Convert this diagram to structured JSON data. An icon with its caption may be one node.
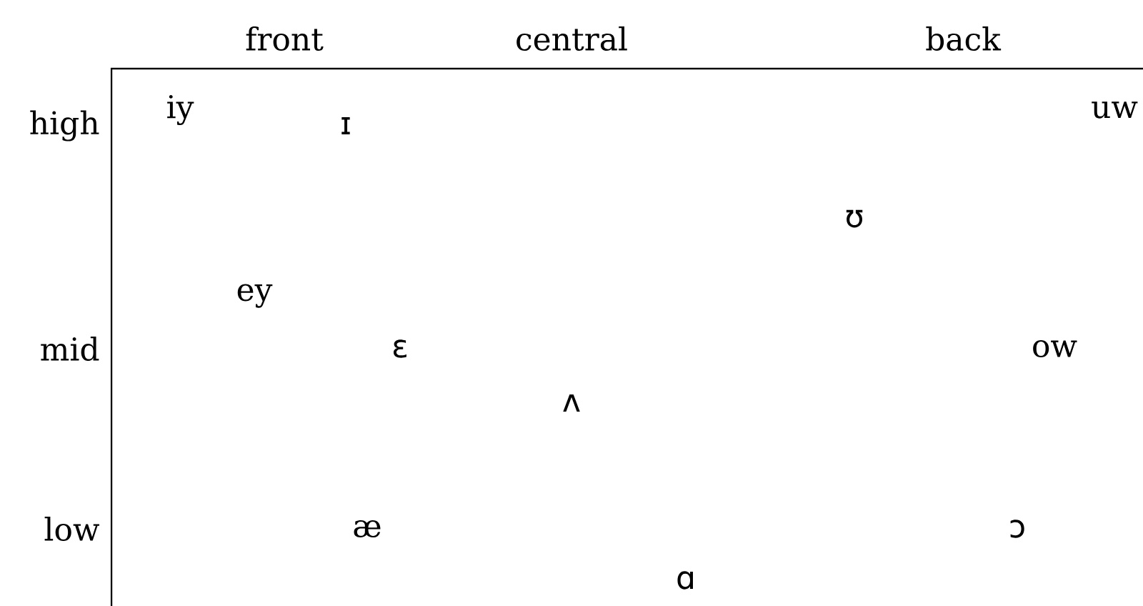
{
  "diagram": {
    "labels": [
      "front",
      "central",
      "back",
      "iy",
      "uw",
      "high",
      "ɪ",
      "ʊ",
      "ey",
      "mid",
      "ɛ",
      "ow",
      "ʌ",
      "low",
      "æ",
      "ɔ",
      "ɑ"
    ]
  }
}
